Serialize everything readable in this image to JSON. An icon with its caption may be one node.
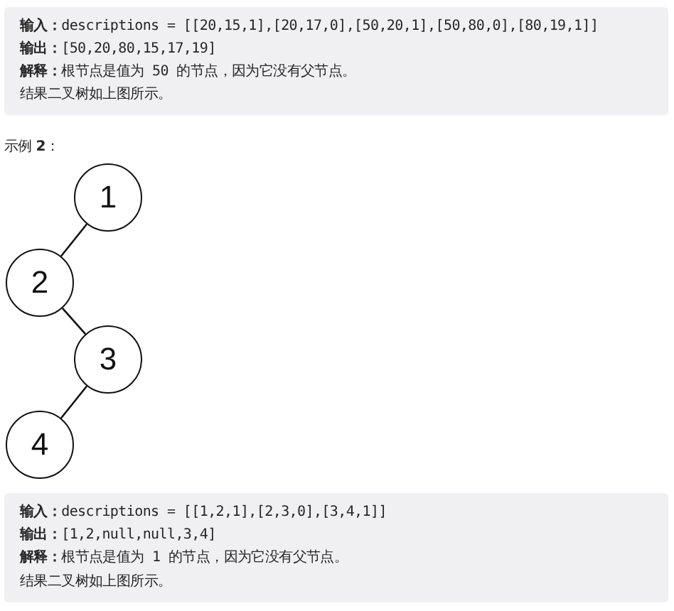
{
  "diagram": {
    "nodes": [
      {
        "text": [
          "1"
        ]
      },
      {
        "text": [
          "2"
        ]
      },
      {
        "text": [
          "3"
        ]
      },
      {
        "text": [
          "4"
        ]
      }
    ],
    "edges": [
      {
        "from": 0,
        "to": 1,
        "arrow": "none"
      },
      {
        "from": 1,
        "to": 2,
        "arrow": "none"
      },
      {
        "from": 2,
        "to": 3,
        "arrow": "none"
      }
    ],
    "labels": [
      "**输入：**descriptions = [[20,15,1],[20,17,0],[50,20,1],[50,80,0],[80,19,1]]",
      "**输出：**[50,20,80,15,17,19]",
      "**解释：**根节点是值为 50 的节点，因为它没有父节点。",
      "结果二叉树如上图所示。",
      "示例 **2**：",
      "**输入：**descriptions = [[1,2,1],[2,3,0],[3,4,1]]",
      "**输出：**[1,2,null,null,3,4]",
      "**解释：**根节点是值为 1 的节点，因为它没有父节点。",
      "结果二叉树如上图所示。"
    ]
  }
}
